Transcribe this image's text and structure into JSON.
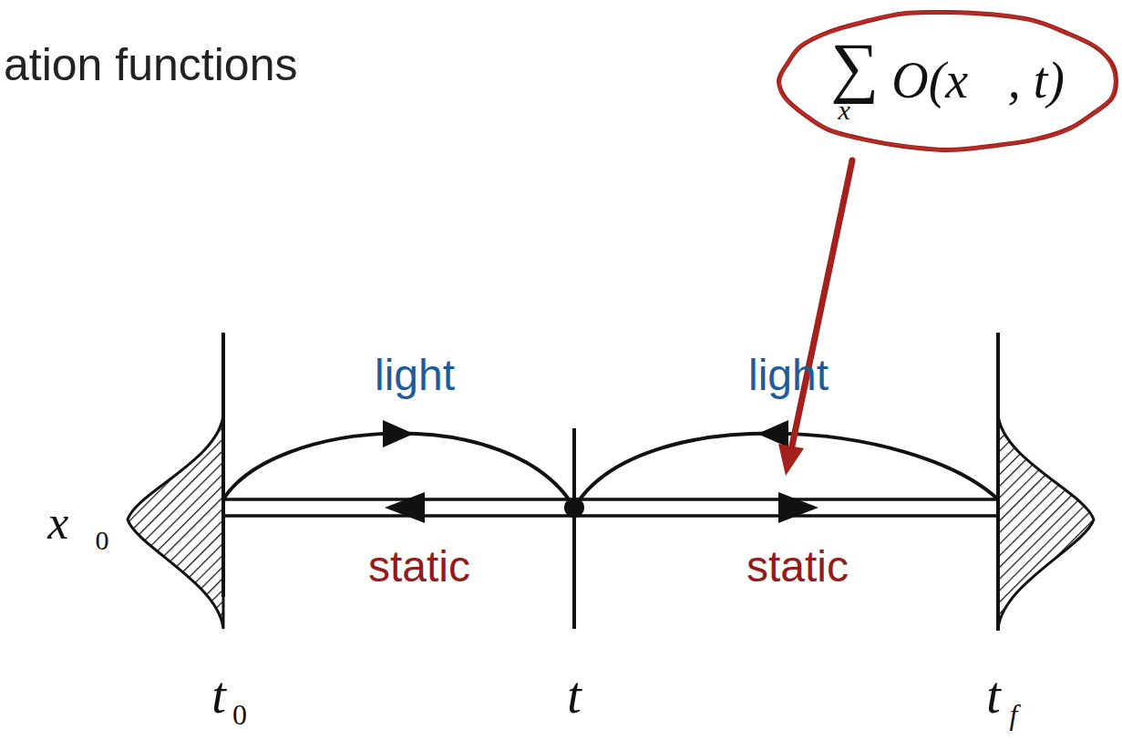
{
  "diagram": {
    "title": "ation functions",
    "nodes": [
      {
        "text": [
          "∑",
          "x⃗",
          "O(x⃗, t)"
        ]
      }
    ],
    "labels": [
      "light",
      "light",
      "x⃗",
      "0",
      "static",
      "static",
      "t",
      "0",
      "t",
      "t",
      "f"
    ]
  }
}
